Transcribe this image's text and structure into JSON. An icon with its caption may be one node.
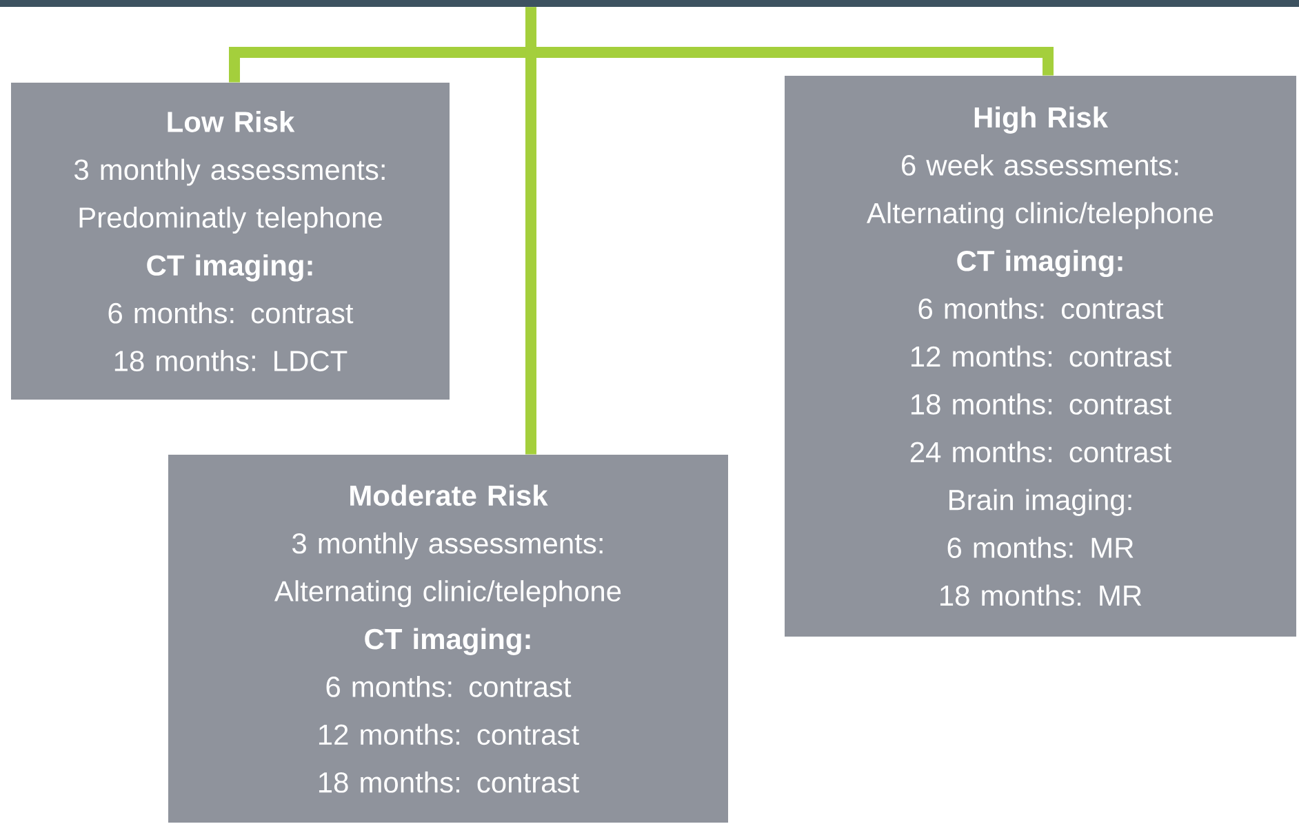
{
  "diagram": {
    "nodes": [
      {
        "text": [],
        "shape": "bar"
      },
      {
        "text": [
          "Low Risk",
          "3 monthly assessments:",
          "Predominatly telephone",
          "CT imaging:",
          "6 months: contrast",
          "18 months: LDCT"
        ]
      },
      {
        "text": [
          "High Risk",
          "6 week assessments:",
          "Alternating clinic/telephone",
          "CT imaging:",
          "6 months: contrast",
          "12 months: contrast",
          "18 months: contrast",
          "24 months: contrast",
          "Brain imaging:",
          "6 months: MR",
          "18 months: MR"
        ]
      },
      {
        "text": [
          "Moderate Risk",
          "3 monthly assessments:",
          "Alternating clinic/telephone",
          "CT imaging:",
          "6 months: contrast",
          "12 months: contrast",
          "18 months: contrast"
        ]
      }
    ],
    "edges": [
      {
        "from": 0,
        "to": 1,
        "arrow": "none"
      },
      {
        "from": 0,
        "to": 2,
        "arrow": "none"
      },
      {
        "from": 0,
        "to": 3,
        "arrow": "none"
      }
    ]
  }
}
